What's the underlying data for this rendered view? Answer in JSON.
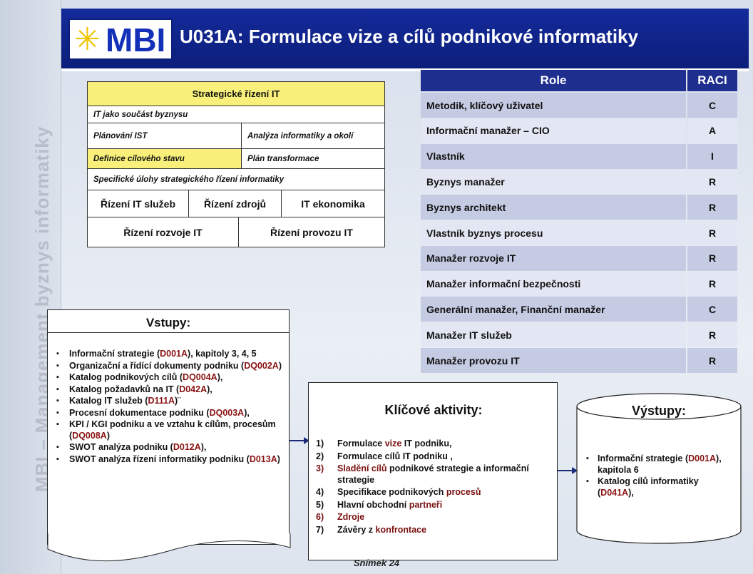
{
  "slide": {
    "vertical_label": "MBI – Management byznys informatiky",
    "logo_text": "MBI",
    "title": "U031A: Formulace vize a cílů podnikové informatiky",
    "footer": "Snímek  24"
  },
  "strategy": {
    "header": "Strategické řízení IT",
    "row1": "IT jako součást byznysu",
    "row2a": "Plánování IST",
    "row2b": "Analýza informatiky a okolí",
    "row3a": "Definice cílového stavu",
    "row3b": "Plán transformace",
    "row4": "Specifické úlohy strategického řízení informatiky",
    "row5": [
      "Řízení IT služeb",
      "Řízení  zdrojů",
      "IT ekonomika"
    ],
    "row6": [
      "Řízení rozvoje IT",
      "Řízení provozu IT"
    ]
  },
  "raci": {
    "col_role": "Role",
    "col_raci": "RACI",
    "rows": [
      {
        "role": "Metodik, klíčový uživatel",
        "value": "C"
      },
      {
        "role": "Informační manažer – CIO",
        "value": "A"
      },
      {
        "role": "Vlastník",
        "value": "I"
      },
      {
        "role": "Byznys manažer",
        "value": "R"
      },
      {
        "role": "Byznys architekt",
        "value": "R"
      },
      {
        "role": "Vlastník byznys procesu",
        "value": "R"
      },
      {
        "role": "Manažer rozvoje IT",
        "value": "R"
      },
      {
        "role": "Manažer informační bezpečnosti",
        "value": "R"
      },
      {
        "role": "Generální manažer, Finanční manažer",
        "value": "C"
      },
      {
        "role": "Manažer IT služeb",
        "value": "R"
      },
      {
        "role": "Manažer provozu IT",
        "value": "R"
      }
    ],
    "colors": {
      "header": "#1e2f8f",
      "row_dark": "#c5cbe3",
      "row_light": "#e3e6f3"
    }
  },
  "inputs": {
    "title": "Vstupy:",
    "items": [
      {
        "pre": "Informační strategie (",
        "code": "D001A",
        "post": "), kapitoly 3, 4, 5"
      },
      {
        "pre": "Organizační a řídící dokumenty podniku (",
        "code": "DQ002A",
        "post": ")"
      },
      {
        "pre": "Katalog podnikových cílů (",
        "code": "DQ004A",
        "post": "),"
      },
      {
        "pre": "Katalog požadavků na IT (",
        "code": "D042A",
        "post": "),"
      },
      {
        "pre": "Katalog IT služeb (",
        "code": "D111A",
        "post": ")¨"
      },
      {
        "pre": "Procesní dokumentace podniku (",
        "code": "DQ003A",
        "post": "),"
      },
      {
        "pre": "KPI / KGI podniku a ve vztahu k cílům, procesům (",
        "code": "DQ008A",
        "post": ")"
      },
      {
        "pre": "SWOT analýza podniku (",
        "code": "D012A",
        "post": "),"
      },
      {
        "pre": "SWOT analýza řízení informatiky podniku (",
        "code": "D013A",
        "post": ")"
      }
    ]
  },
  "activities": {
    "title": "Klíčové aktivity:",
    "items": [
      {
        "num": "1)",
        "a": "Formulace ",
        "b": "vize",
        "c": " IT podniku,"
      },
      {
        "num": "2)",
        "a": "Formulace cílů IT podniku ,",
        "b": "",
        "c": ""
      },
      {
        "num": "3)",
        "a": "",
        "b": "Sladění cílů",
        "c": " podnikové strategie a informační strategie"
      },
      {
        "num": "4)",
        "a": "Specifikace podnikových ",
        "b": "procesů",
        "c": ""
      },
      {
        "num": "5)",
        "a": "Hlavní obchodní ",
        "b": "partneři",
        "c": ""
      },
      {
        "num": "6)",
        "a": "",
        "b": "Zdroje",
        "c": ""
      },
      {
        "num": "7)",
        "a": "Závěry z ",
        "b": "konfrontace",
        "c": ""
      }
    ]
  },
  "outputs": {
    "title": "Výstupy:",
    "items": [
      {
        "pre": "Informační strategie (",
        "code": "D001A",
        "post": "), kapitola 6"
      },
      {
        "pre": "Katalog cílů informatiky (",
        "code": "D041A",
        "post": "),"
      }
    ]
  }
}
